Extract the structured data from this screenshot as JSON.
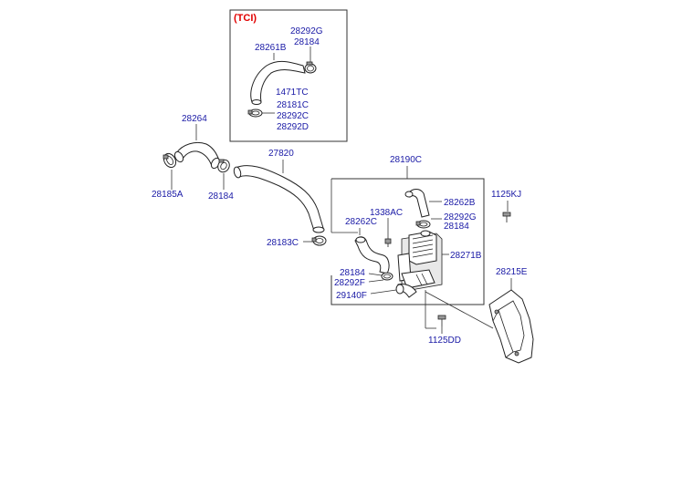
{
  "diagram": {
    "tci_inset": {
      "title": "(TCI)",
      "labels": [
        "28292G",
        "28184",
        "28261B",
        "1471TC",
        "28181C",
        "28292C",
        "28292D"
      ]
    },
    "main_labels": {
      "l28264": "28264",
      "l28185A": "28185A",
      "l28184_left": "28184",
      "l27820": "27820",
      "l28183C": "28183C",
      "l28190C": "28190C",
      "l1125KJ": "1125KJ",
      "l28262B": "28262B",
      "l28292G": "28292G",
      "l28184_right": "28184",
      "l1338AC": "1338AC",
      "l28262C": "28262C",
      "l28271B": "28271B",
      "l28184_lower": "28184",
      "l28292F": "28292F",
      "l29140F": "29140F",
      "l28215E": "28215E",
      "l1125DD": "1125DD"
    }
  }
}
